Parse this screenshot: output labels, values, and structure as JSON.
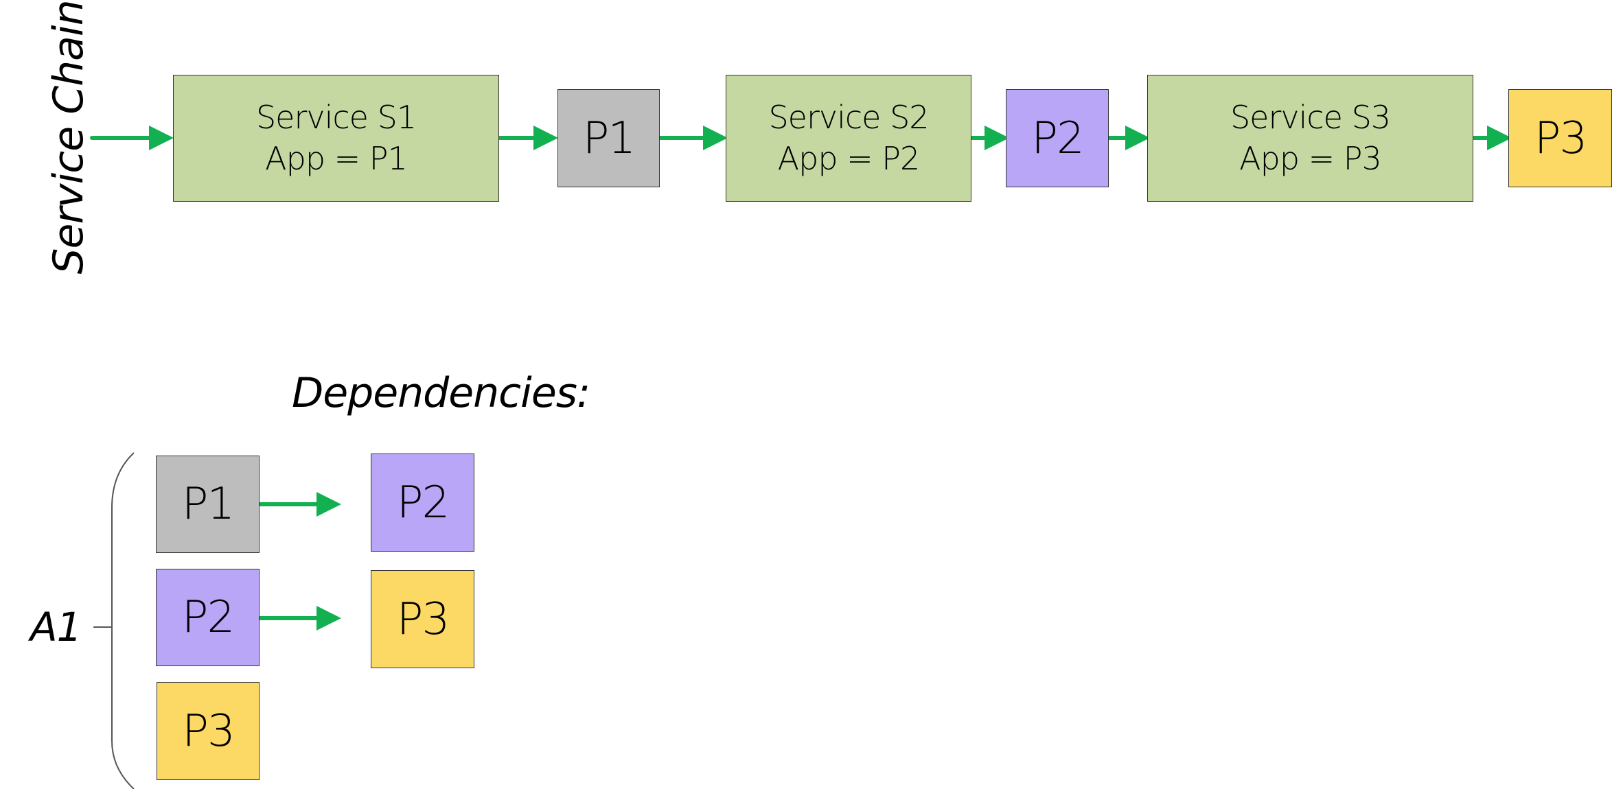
{
  "service_chain": {
    "title": "Service Chain",
    "services": [
      {
        "name": "Service S1",
        "app": "App = P1"
      },
      {
        "name": "Service S2",
        "app": "App = P2"
      },
      {
        "name": "Service S3",
        "app": "App = P3"
      }
    ],
    "packages": [
      "P1",
      "P2",
      "P3"
    ]
  },
  "dependencies": {
    "title": "Dependencies:",
    "group_label": "A1",
    "rows": [
      {
        "from": "P1",
        "to": "P2"
      },
      {
        "from": "P2",
        "to": "P3"
      },
      {
        "from": "P3",
        "to": null
      }
    ]
  },
  "colors": {
    "service_fill": "#c5d8a2",
    "p1_fill": "#bdbdbd",
    "p2_fill": "#baa6f6",
    "p3_fill": "#fcd865",
    "arrow": "#12b050",
    "border": "#333333"
  }
}
